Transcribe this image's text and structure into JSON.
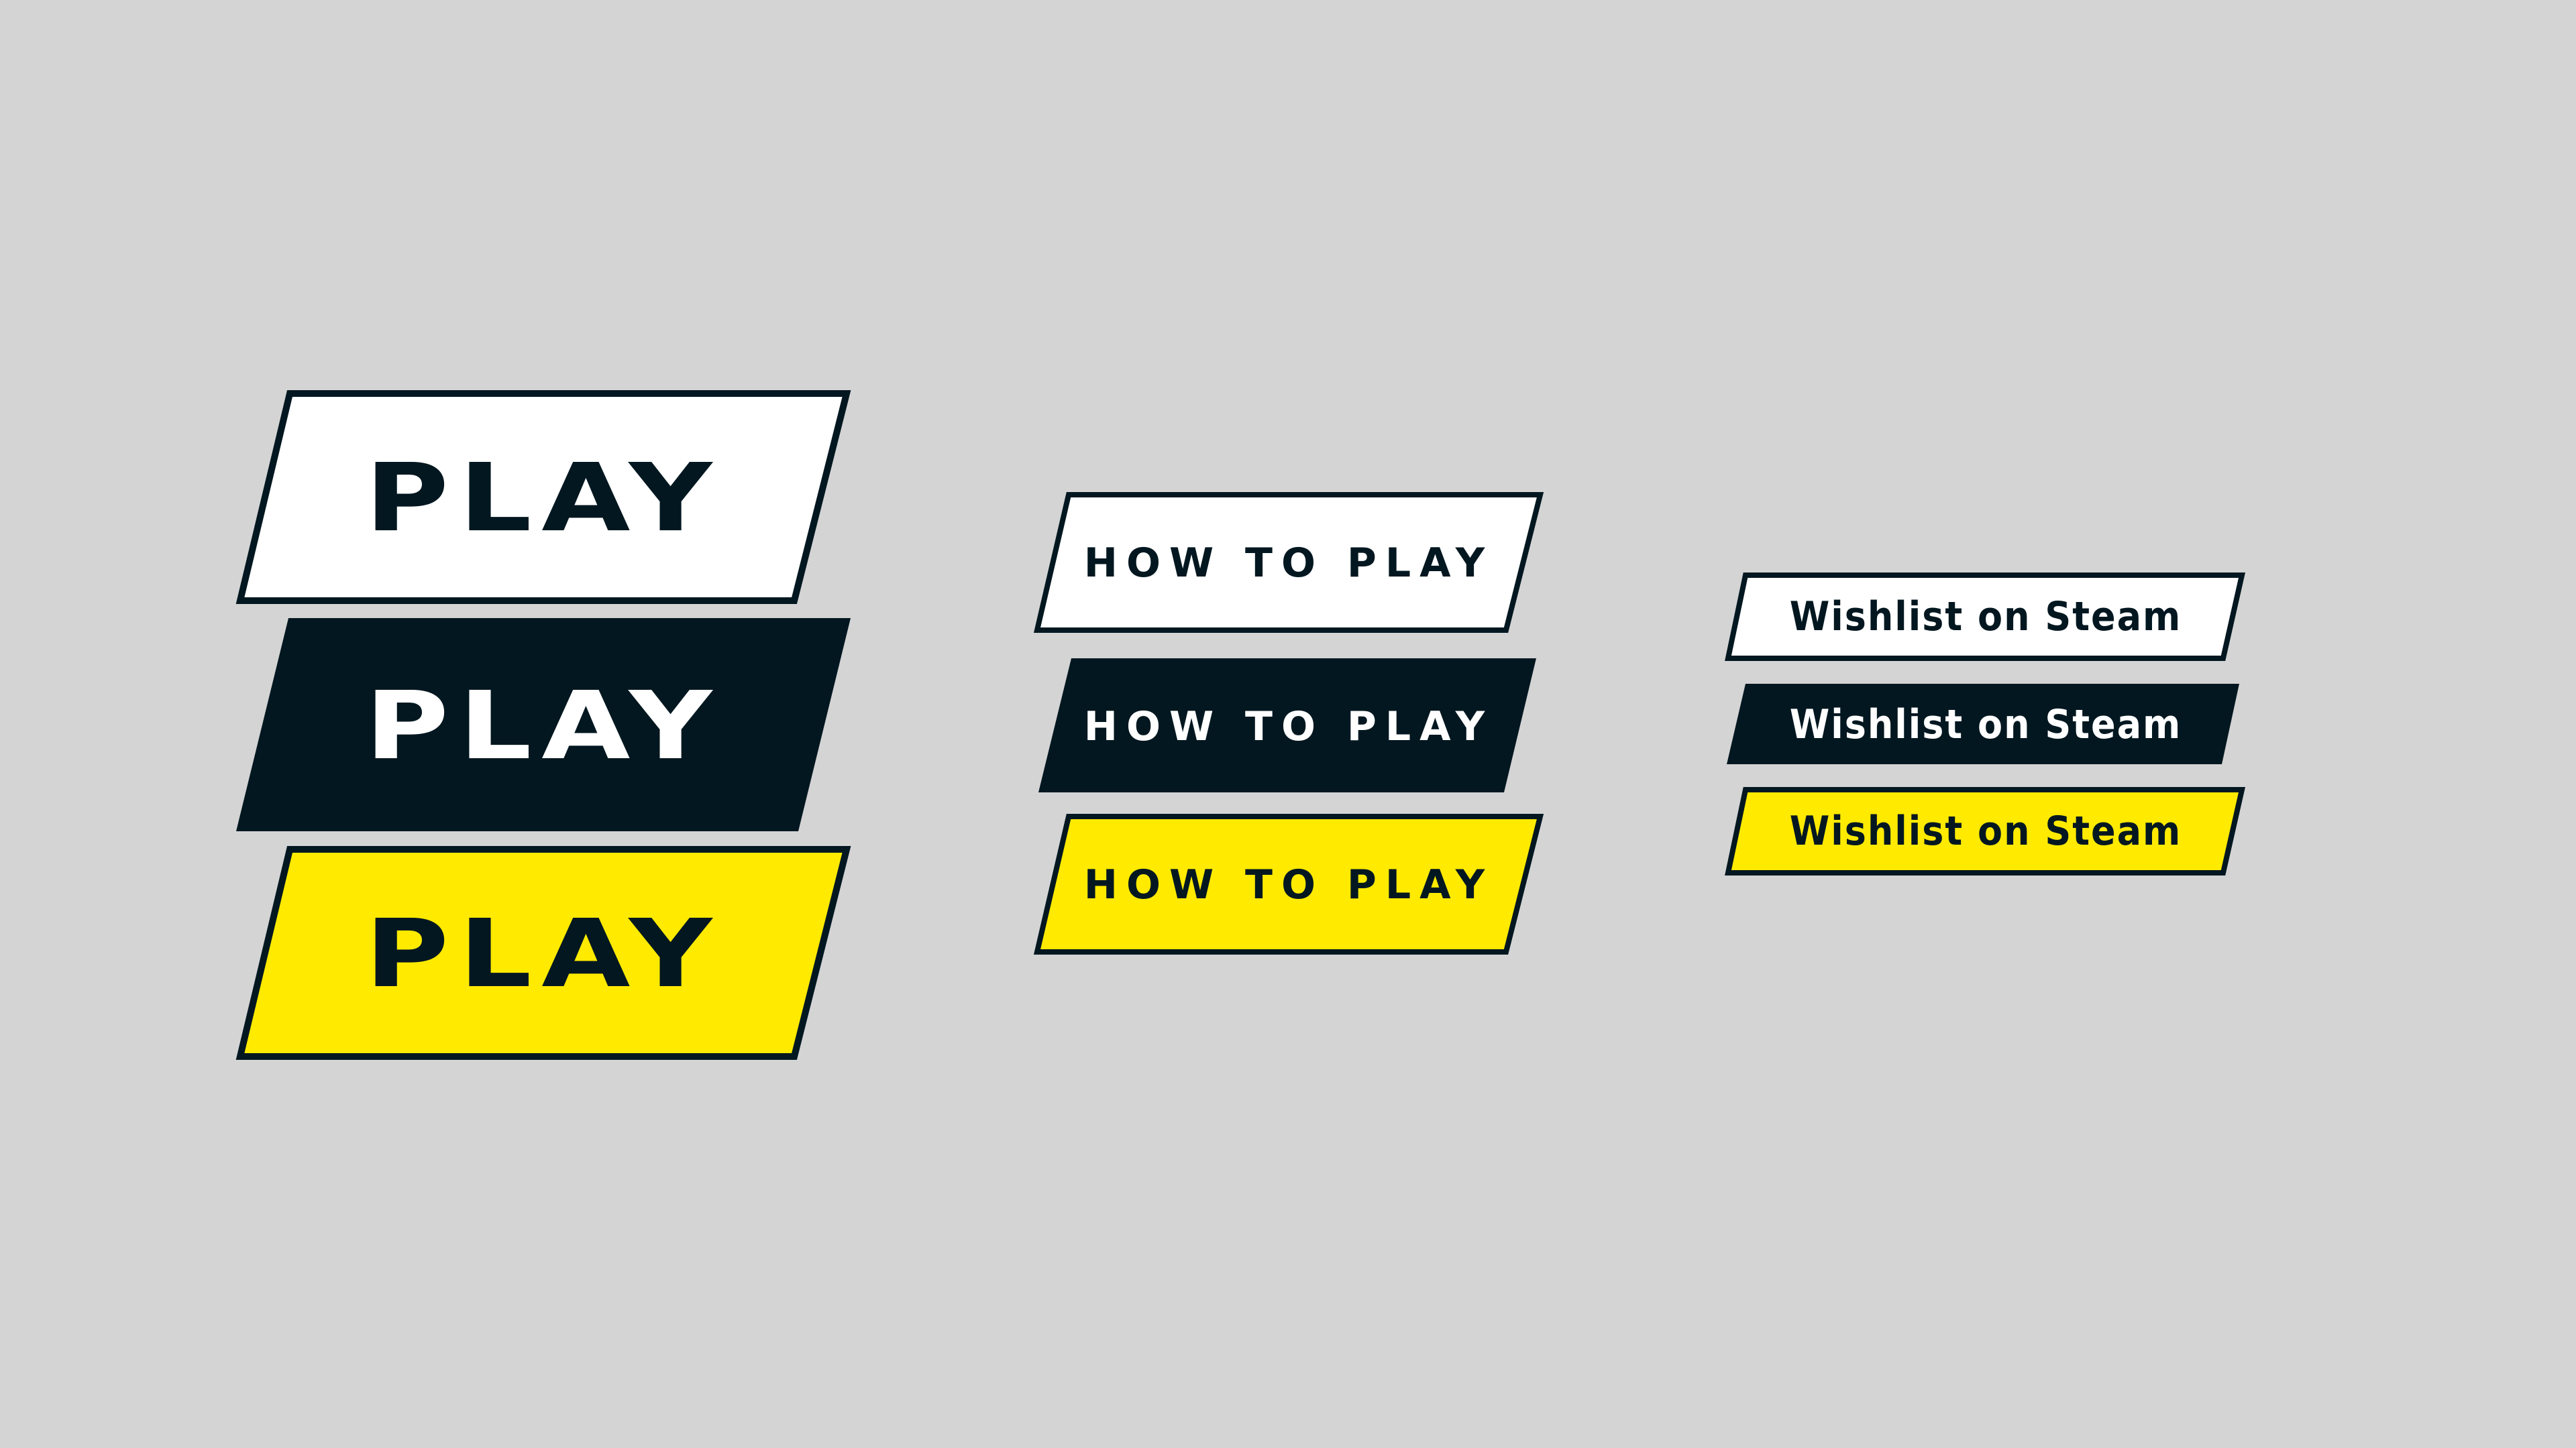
{
  "colors": {
    "background": "#d4d4d4",
    "dark": "#021720",
    "white": "#ffffff",
    "yellow": "#ffea00"
  },
  "buttons": {
    "play": {
      "white_label": "PLAY",
      "dark_label": "PLAY",
      "yellow_label": "PLAY"
    },
    "how_to_play": {
      "white_label": "HOW TO PLAY",
      "dark_label": "HOW TO PLAY",
      "yellow_label": "HOW TO PLAY"
    },
    "wishlist": {
      "white_label": "Wishlist on Steam",
      "dark_label": "Wishlist on Steam",
      "yellow_label": "Wishlist on Steam"
    }
  }
}
